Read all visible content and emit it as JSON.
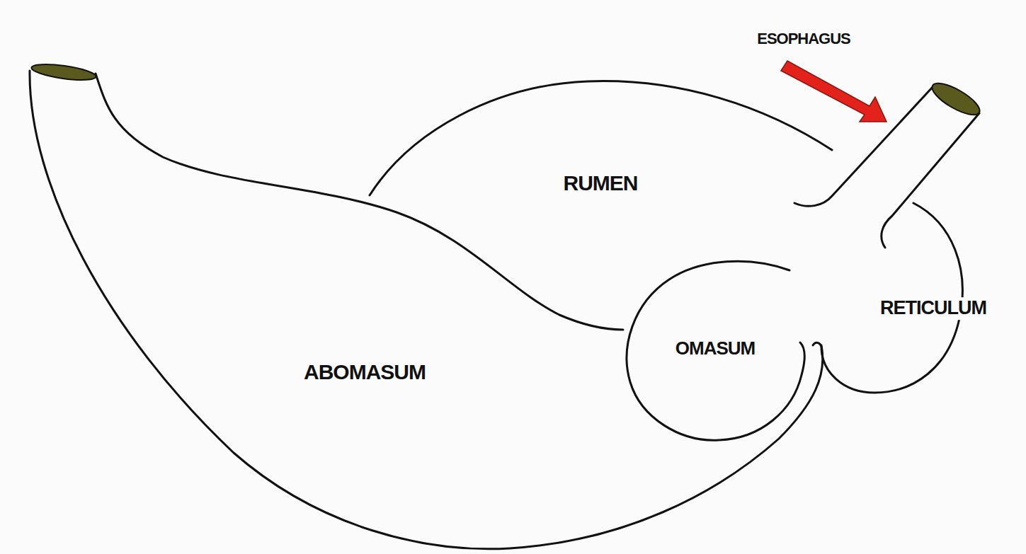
{
  "diagram": {
    "labels": [
      "ESOPHAGUS",
      "RUMEN",
      "RETICULUM",
      "OMASUM",
      "ABOMASUM"
    ]
  }
}
